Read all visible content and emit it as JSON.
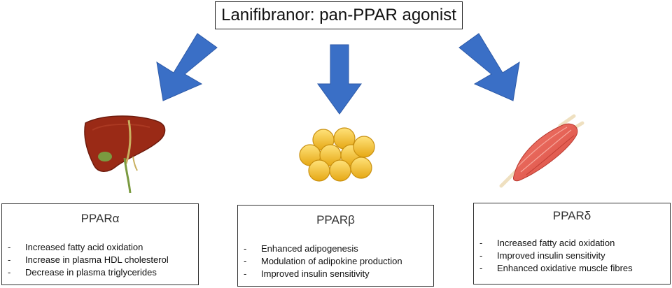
{
  "title": "Lanifibranor: pan-PPAR agonist",
  "colors": {
    "arrow": "#3a6fc6",
    "liver": "#9a2a16",
    "fat": "#f0c02a",
    "muscle": "#e8645a"
  },
  "icons": [
    "liver-icon",
    "fat-cells-icon",
    "muscle-icon"
  ],
  "boxes": {
    "alpha": {
      "heading": "PPARα",
      "items": [
        "Increased fatty acid oxidation",
        "Increase in plasma HDL cholesterol",
        "Decrease in plasma triglycerides"
      ]
    },
    "beta": {
      "heading": "PPARβ",
      "items": [
        "Enhanced adipogenesis",
        "Modulation of adipokine production",
        "Improved insulin sensitivity"
      ]
    },
    "delta": {
      "heading": "PPARδ",
      "items": [
        "Increased fatty acid oxidation",
        "Improved insulin sensitivity",
        "Enhanced oxidative muscle fibres"
      ]
    }
  },
  "bullet": "-"
}
